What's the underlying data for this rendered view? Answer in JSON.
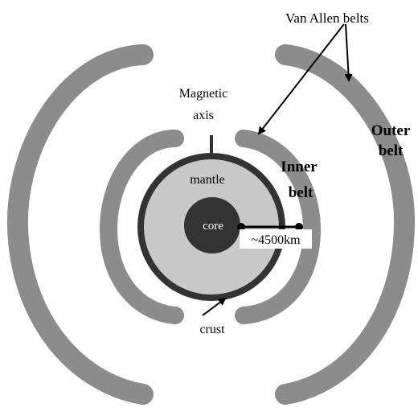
{
  "labels": {
    "van_allen_belts": "Van Allen belts",
    "magnetic_axis_line1": "Magnetic",
    "magnetic_axis_line2": "axis",
    "outer_belt_line1": "Outer",
    "outer_belt_line2": "belt",
    "inner_belt_line1": "Inner",
    "inner_belt_line2": "belt",
    "mantle": "mantle",
    "core": "core",
    "distance": "~4500km",
    "crust": "crust"
  },
  "colors": {
    "belt": "#8c8c8c",
    "mantle": "#c8c8c8",
    "core": "#333333",
    "crust": "#333333",
    "line": "#000000",
    "background": "#ffffff"
  }
}
